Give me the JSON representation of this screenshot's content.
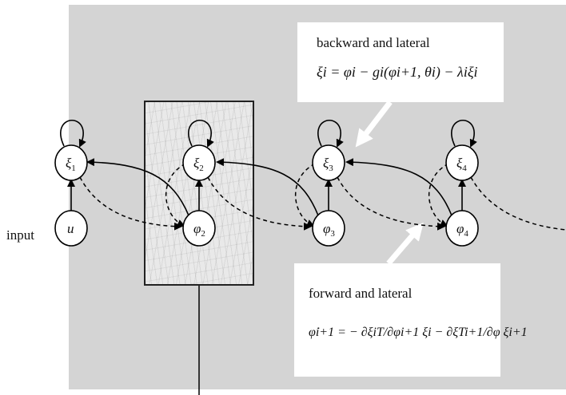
{
  "input_label": "input",
  "callouts": {
    "top": {
      "title": "backward and lateral",
      "equation": "ξi = φi − gi(φi+1, θi) − λiξi"
    },
    "bottom": {
      "title": "forward and lateral",
      "equation": "φ̇i+1 = − ∂ξiT/∂φi+1 ξi − ∂ξTi+1/∂φ ξi+1"
    }
  },
  "nodes": {
    "xi": [
      {
        "name": "ξ",
        "sub": "1"
      },
      {
        "name": "ξ",
        "sub": "2"
      },
      {
        "name": "ξ",
        "sub": "3"
      },
      {
        "name": "ξ",
        "sub": "4"
      }
    ],
    "phi": [
      {
        "name": "u",
        "sub": ""
      },
      {
        "name": "φ",
        "sub": "2"
      },
      {
        "name": "φ",
        "sub": "3"
      },
      {
        "name": "φ",
        "sub": "4"
      }
    ]
  },
  "colors": {
    "background": "#ffffff",
    "panel": "#d4d4d4",
    "node_fill": "#ffffff",
    "stroke": "#000000"
  }
}
